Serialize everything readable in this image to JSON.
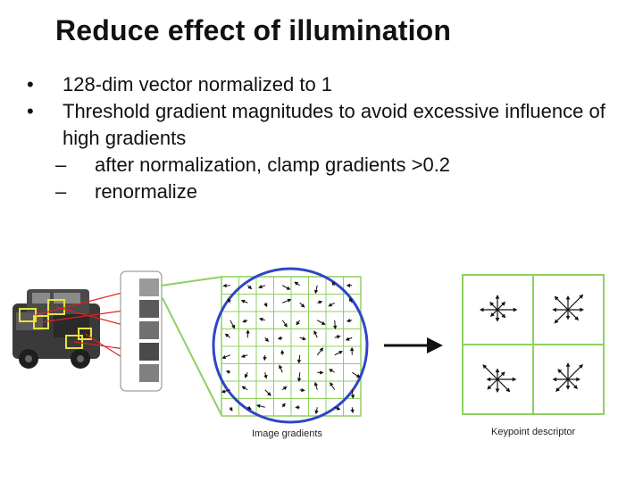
{
  "slide": {
    "title": "Reduce effect of illumination",
    "bullets": [
      {
        "text": "128-dim vector normalized to 1"
      },
      {
        "text": "Threshold gradient magnitudes to avoid excessive influence of high gradients"
      }
    ],
    "subbullets": [
      {
        "text": "after normalization, clamp gradients >0.2"
      },
      {
        "text": "renormalize"
      }
    ],
    "bullet_glyph": "•",
    "dash_glyph": "–"
  },
  "figure": {
    "caption_left": "Image gradients",
    "caption_right": "Keypoint descriptor",
    "colors": {
      "grid": "#8fd15f",
      "circle": "#2d46c8",
      "highlight": "#e8e23a",
      "connector": "#e02020"
    }
  }
}
